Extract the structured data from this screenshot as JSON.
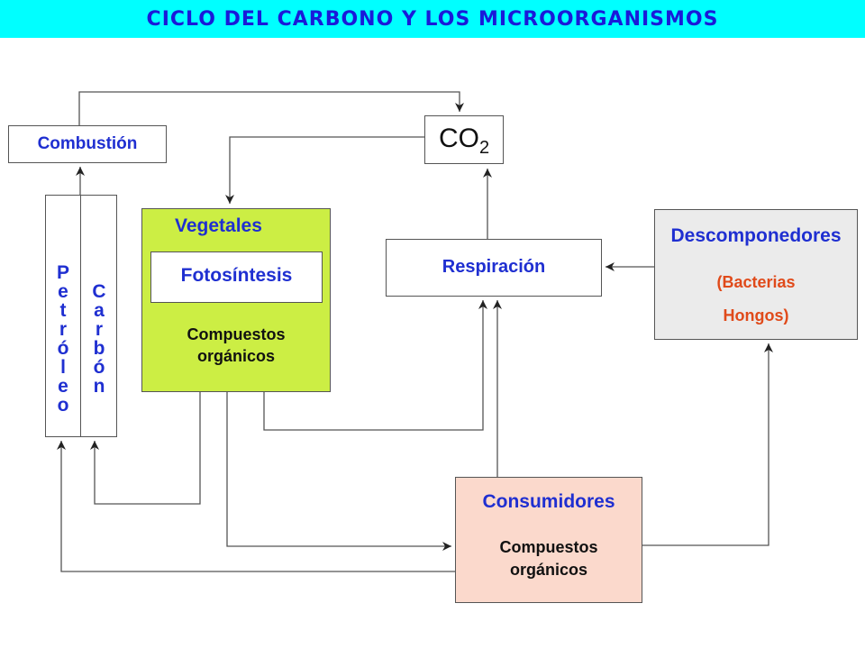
{
  "title": "CICLO DEL CARBONO Y LOS MICROORGANISMOS",
  "nodes": {
    "co2": {
      "main": "CO",
      "sub": "2"
    },
    "combustion": "Combustión",
    "petroleo": "Petróleo",
    "carbon": "Carbón",
    "vegetales": "Vegetales",
    "fotosintesis": "Fotosíntesis",
    "vegetales_compuestos_1": "Compuestos",
    "vegetales_compuestos_2": "orgánicos",
    "respiracion": "Respiración",
    "descomponedores": "Descomponedores",
    "bacterias": "(Bacterias",
    "hongos": "Hongos)",
    "consumidores": "Consumidores",
    "consumidores_compuestos_1": "Compuestos",
    "consumidores_compuestos_2": "orgánicos"
  },
  "colors": {
    "title_bg": "#00FFFF",
    "title_text": "#1A1AD9",
    "vegetales_bg": "#CCEE44",
    "descomponedores_bg": "#EBEBEB",
    "consumidores_bg": "#FBD9CC",
    "node_text_blue": "#1F2FD1",
    "node_text_orange": "#E04A1A"
  }
}
